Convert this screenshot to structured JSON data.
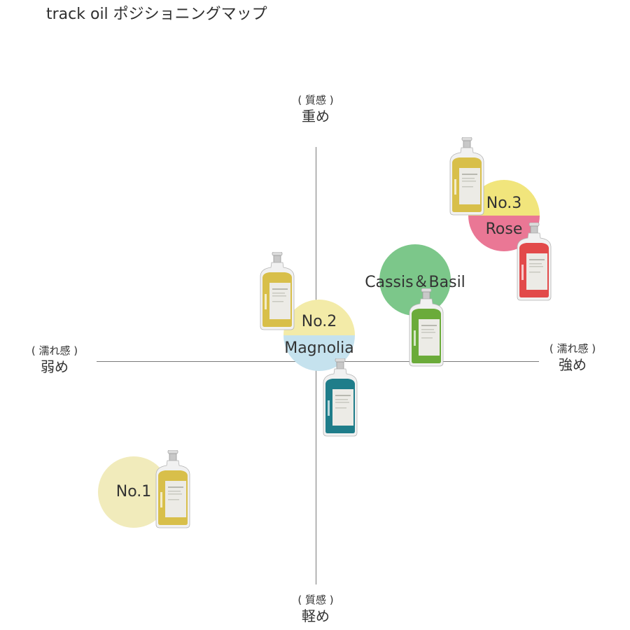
{
  "title": "track oil ポジショニングマップ",
  "axes": {
    "top": {
      "sub": "( 質感 )",
      "main": "重め"
    },
    "bottom": {
      "sub": "( 質感 )",
      "main": "軽め"
    },
    "left": {
      "sub": "( 濡れ感 )",
      "main": "弱め"
    },
    "right": {
      "sub": "( 濡れ感 )",
      "main": "強め"
    }
  },
  "products": [
    {
      "name": "No.1",
      "color": "#f1ebbb"
    },
    {
      "name": "No.2",
      "sub": "Magnolia",
      "color_top": "#f3eba8",
      "color_bottom": "#c5e2ee"
    },
    {
      "name": "No.3",
      "sub": "Rose",
      "color_top": "#f1e57c",
      "color_bottom": "#ea7795"
    },
    {
      "name": "Cassis＆Basil",
      "color": "#7cc78a"
    }
  ],
  "bottle_colors": {
    "gold": "#d8bf4a",
    "teal": "#1f7d8a",
    "green": "#6bab3a",
    "red": "#e24a4a"
  }
}
